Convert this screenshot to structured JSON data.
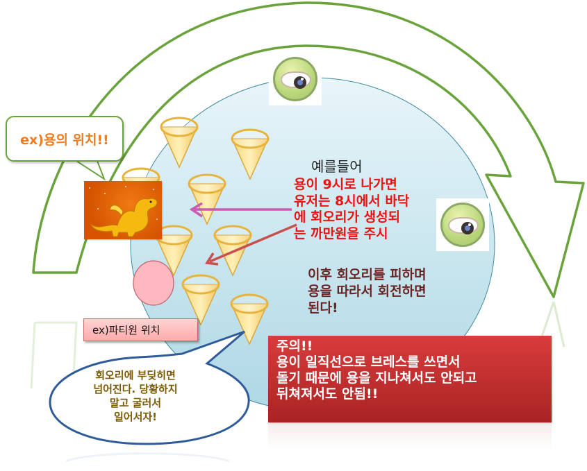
{
  "diagram": {
    "callouts": {
      "dragon_position": "ex)용의 위치!!",
      "party_position": "ex)파티원 위치"
    },
    "explanation": {
      "intro": "예를들어",
      "highlight_lines": [
        "용이 9시로 나가면",
        "유저는 8시에서 바닥",
        "에 회오리가 생성되",
        "는 까만원을 주시"
      ],
      "followup_lines": [
        "이후 회오리를 피하며",
        "용을 따라서 회전하면",
        "된다!"
      ]
    },
    "warning": {
      "lines": [
        "주의!!",
        "용이 일직선으로 브레스를 쓰면서",
        "돌기 때문에 용을 지나쳐서도 안되고",
        "뒤쳐져서도 안됨!!"
      ]
    },
    "speech_bubble": {
      "lines": [
        "회오리에 부딪히면",
        "넘어진다. 당황하지",
        "말고 굴러서",
        "일어서자!"
      ]
    },
    "icons": {
      "eye_markers": [
        "eye-icon",
        "eye-icon"
      ],
      "cones": 8,
      "dragon": "dragon-image",
      "party_member": "pink-circle"
    },
    "colors": {
      "arrow_outline": "#6aa33b",
      "arena_fill": "#c3e3ec",
      "highlight_text": "#ee1111",
      "followup_text": "#6b2424",
      "warning_bg": "#c92f2f",
      "callout_text": "#f07b1e",
      "bubble_outline": "#2f5b9a",
      "party_label_bg": "#ffbcbc"
    }
  }
}
